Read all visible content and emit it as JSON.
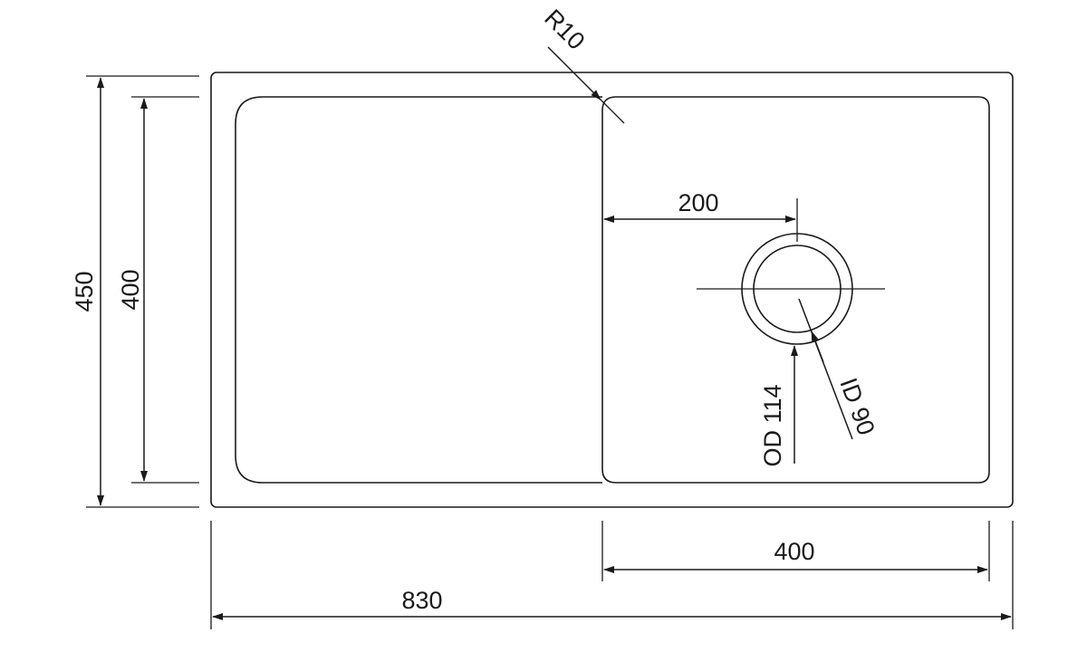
{
  "drawing": {
    "overall_width": "830",
    "overall_height": "450",
    "bowl_height": "400",
    "bowl_width": "400",
    "waste_offset": "200",
    "corner_radius": "R10",
    "waste_outer_diameter": "OD 114",
    "waste_inner_diameter": "ID 90"
  },
  "colors": {
    "line": "#1a1a1a",
    "background": "#ffffff"
  }
}
